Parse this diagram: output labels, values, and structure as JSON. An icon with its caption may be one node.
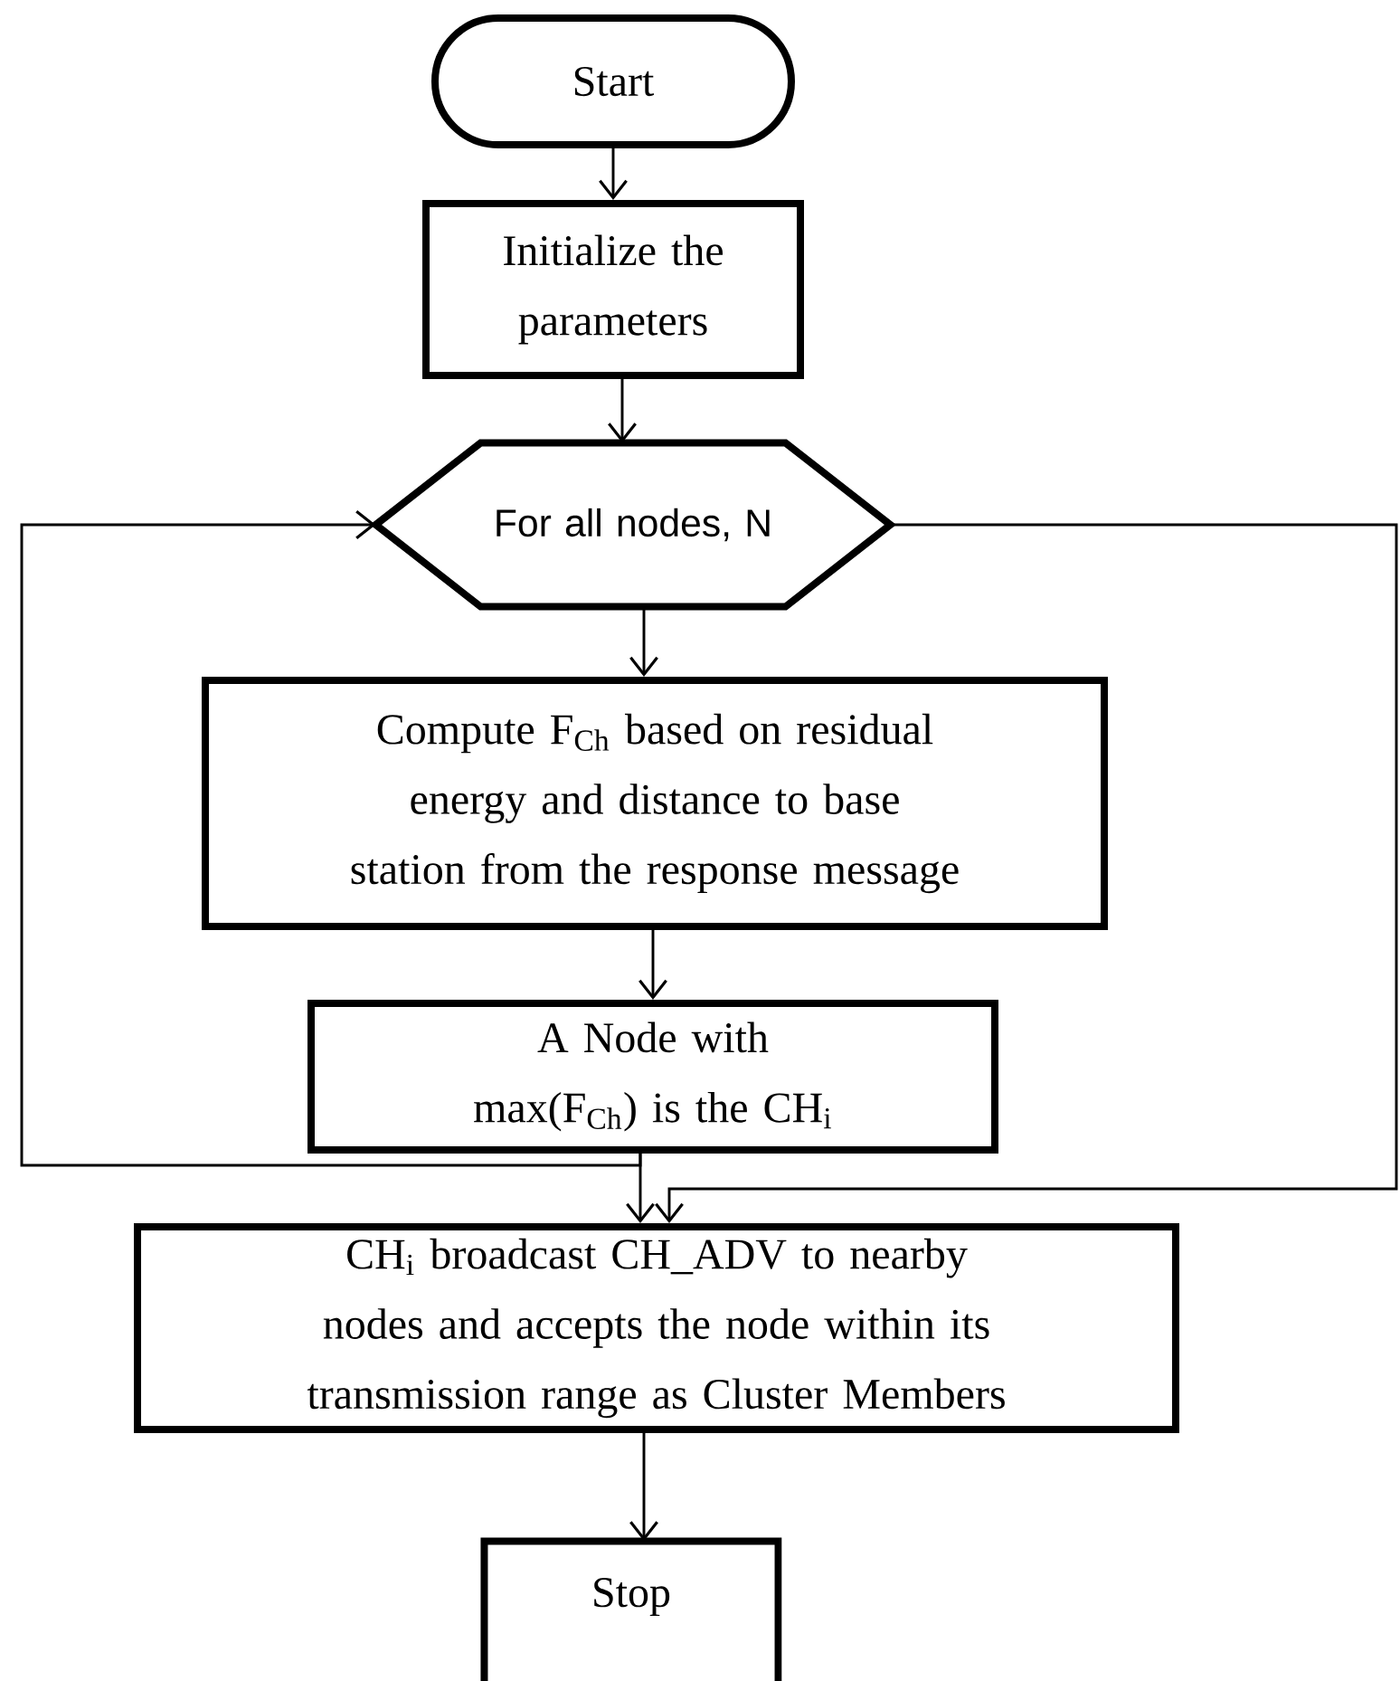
{
  "diagram": {
    "nodes": [
      {
        "text": [
          "Start"
        ]
      },
      {
        "text": [
          "Initialize the parameters"
        ]
      },
      {
        "text": [
          "For all nodes, N"
        ]
      },
      {
        "text": [
          "Compute F$_{Ch}$ based on residual energy and distance to base station from the response message"
        ]
      },
      {
        "text": [
          "A Node with max(F$_{Ch}$) is the CH$_{i}$"
        ]
      },
      {
        "text": [
          "CH$_{i}$ broadcast CH_ADV to nearby nodes and accepts the node within its transmission range as Cluster Members"
        ]
      },
      {
        "text": [
          "Stop"
        ]
      }
    ],
    "edges": [
      {
        "from": 0,
        "to": 1,
        "arrow": "to"
      },
      {
        "from": 1,
        "to": 2,
        "arrow": "to"
      },
      {
        "from": 2,
        "to": 3,
        "arrow": "to"
      },
      {
        "from": 3,
        "to": 4,
        "arrow": "to"
      },
      {
        "from": 4,
        "to": 5,
        "arrow": "to"
      },
      {
        "from": 4,
        "to": 2,
        "arrow": "to"
      },
      {
        "from": 2,
        "to": 5,
        "arrow": "to"
      },
      {
        "from": 5,
        "to": 6,
        "arrow": "to"
      }
    ]
  }
}
